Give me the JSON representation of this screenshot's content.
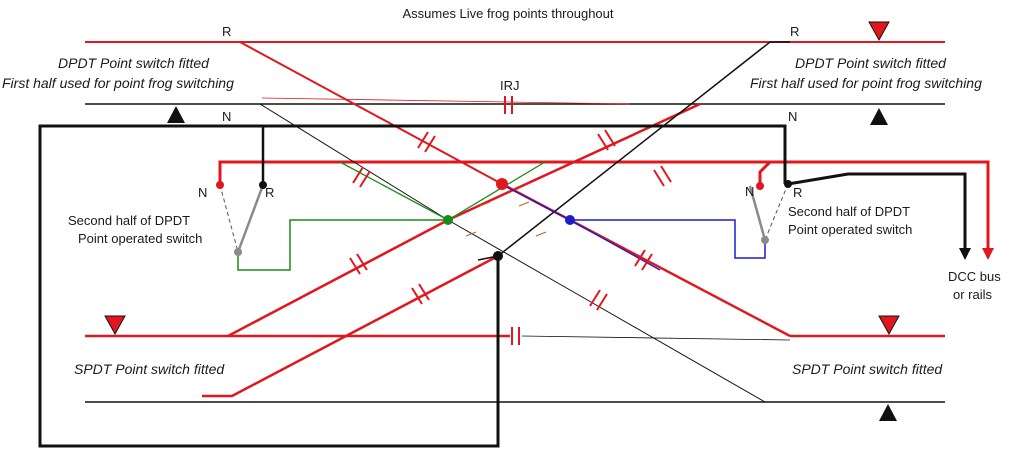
{
  "title": "Assumes Live frog points throughout",
  "labels": {
    "r_top_left": "R",
    "r_top_right": "R",
    "n_left_track": "N",
    "n_right_track": "N",
    "irj": "IRJ",
    "n_left_switch": "N",
    "r_left_switch": "R",
    "n_right_switch": "N",
    "r_right_switch": "R"
  },
  "notes": {
    "dpdt_left_line1": "DPDT Point switch fitted",
    "dpdt_left_line2": "First half used for point frog switching",
    "dpdt_right_line1": "DPDT Point switch fitted",
    "dpdt_right_line2": "First half used for point frog switching",
    "second_half_left_line1": "Second half of DPDT",
    "second_half_left_line2": "Point operated switch",
    "second_half_right_line1": "Second half of DPDT",
    "second_half_right_line2": "Point operated switch",
    "dcc_line1": "DCC bus",
    "dcc_line2": "or rails",
    "spdt_left": "SPDT Point switch fitted",
    "spdt_right": "SPDT Point switch fitted"
  },
  "colors": {
    "red_rail": "#e0181e",
    "black_rail": "#111111",
    "green_frog": "#1a8a1a",
    "blue_frog": "#1c1ccc",
    "grey_switch": "#8a8a8a"
  }
}
